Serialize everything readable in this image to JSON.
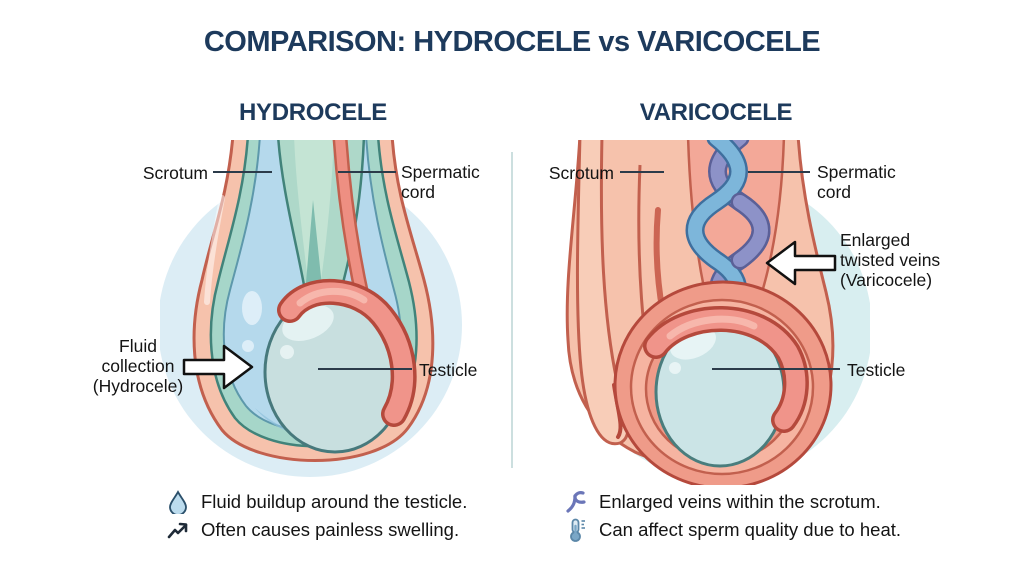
{
  "title": "COMPARISON: HYDROCELE vs VARICOCELE",
  "columns": {
    "left": {
      "heading": "HYDROCELE",
      "labels": {
        "scrotum": "Scrotum",
        "spermatic_cord": "Spermatic cord",
        "fluid_collection": "Fluid collection (Hydrocele)",
        "testicle": "Testicle"
      },
      "notes": [
        {
          "icon": "water-droplet-icon",
          "text": "Fluid buildup around the testicle."
        },
        {
          "icon": "trend-up-arrow-icon",
          "text": "Often causes painless swelling."
        }
      ]
    },
    "right": {
      "heading": "VARICOCELE",
      "labels": {
        "scrotum": "Scrotum",
        "spermatic_cord": "Spermatic cord",
        "enlarged_veins": "Enlarged twisted veins (Varicocele)",
        "testicle": "Testicle"
      },
      "notes": [
        {
          "icon": "vein-branch-icon",
          "text": "Enlarged veins within the scrotum."
        },
        {
          "icon": "thermometer-icon",
          "text": "Can affect sperm quality due to heat."
        }
      ]
    }
  },
  "colors": {
    "heading_navy": "#1d3a5c",
    "skin": "#f6c2ac",
    "skin_outline": "#c2604e",
    "teal_lining": "#a6d6c9",
    "teal_outline": "#41837a",
    "fluid_blue": "#b5d9ec",
    "testicle_fill": "#c8dfdf",
    "epididymis": "#f0948a",
    "vein_blue": "#7db6da",
    "vein_purple": "#8d92c8",
    "bg_circle_left": "#dcedf5",
    "bg_circle_right": "#d8eef0"
  }
}
